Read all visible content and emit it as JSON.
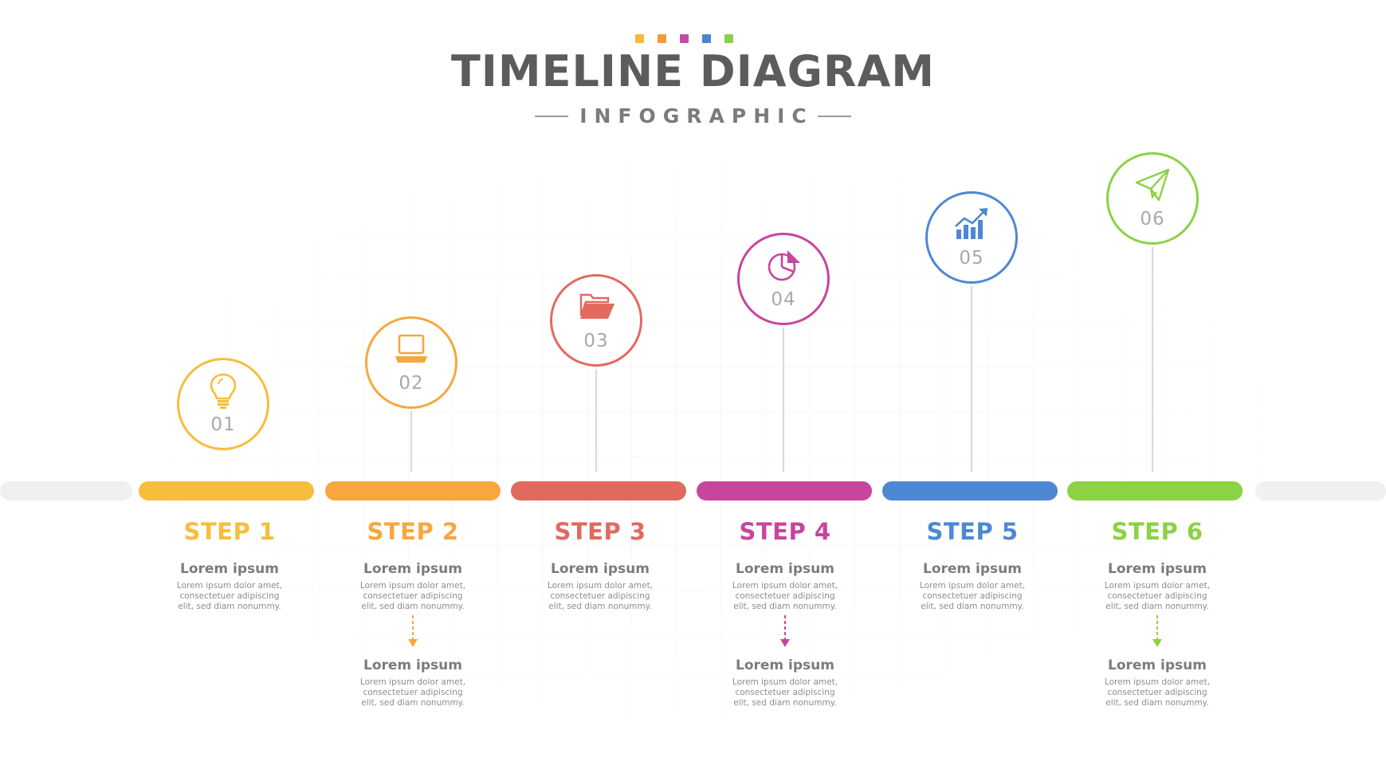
{
  "header": {
    "title": "TIMELINE DIAGRAM",
    "subtitle": "INFOGRAPHIC",
    "dot_colors": [
      "#F7B93B",
      "#F39A3A",
      "#C64BA3",
      "#4A85CF",
      "#8AD146"
    ]
  },
  "steps": [
    {
      "number": "01",
      "label": "STEP 1",
      "color": "#F7BD3C",
      "icon": "lightbulb-icon",
      "heading": "Lorem ipsum",
      "text": "Lorem ipsum dolor amet, consectetuer adipiscing elit, sed diam nonummy."
    },
    {
      "number": "02",
      "label": "STEP 2",
      "color": "#F6A83E",
      "icon": "laptop-icon",
      "heading": "Lorem ipsum",
      "text": "Lorem ipsum dolor amet, consectetuer adipiscing elit, sed diam nonummy.",
      "extra_heading": "Lorem ipsum",
      "extra_text": "Lorem ipsum dolor amet, consectetuer adipiscing elit, sed diam nonummy."
    },
    {
      "number": "03",
      "label": "STEP 3",
      "color": "#E2695E",
      "icon": "folder-icon",
      "heading": "Lorem ipsum",
      "text": "Lorem ipsum dolor amet, consectetuer adipiscing elit, sed diam nonummy."
    },
    {
      "number": "04",
      "label": "STEP 4",
      "color": "#C8459D",
      "icon": "pie-chart-icon",
      "heading": "Lorem ipsum",
      "text": "Lorem ipsum dolor amet, consectetuer adipiscing elit, sed diam nonummy.",
      "extra_heading": "Lorem ipsum",
      "extra_text": "Lorem ipsum dolor amet, consectetuer adipiscing elit, sed diam nonummy."
    },
    {
      "number": "05",
      "label": "STEP 5",
      "color": "#4E88D2",
      "icon": "growth-chart-icon",
      "heading": "Lorem ipsum",
      "text": "Lorem ipsum dolor amet, consectetuer adipiscing elit, sed diam nonummy."
    },
    {
      "number": "06",
      "label": "STEP 6",
      "color": "#8DD144",
      "icon": "paper-plane-icon",
      "heading": "Lorem ipsum",
      "text": "Lorem ipsum dolor amet, consectetuer adipiscing elit, sed diam nonummy.",
      "extra_heading": "Lorem ipsum",
      "extra_text": "Lorem ipsum dolor amet, consectetuer adipiscing elit, sed diam nonummy."
    }
  ]
}
